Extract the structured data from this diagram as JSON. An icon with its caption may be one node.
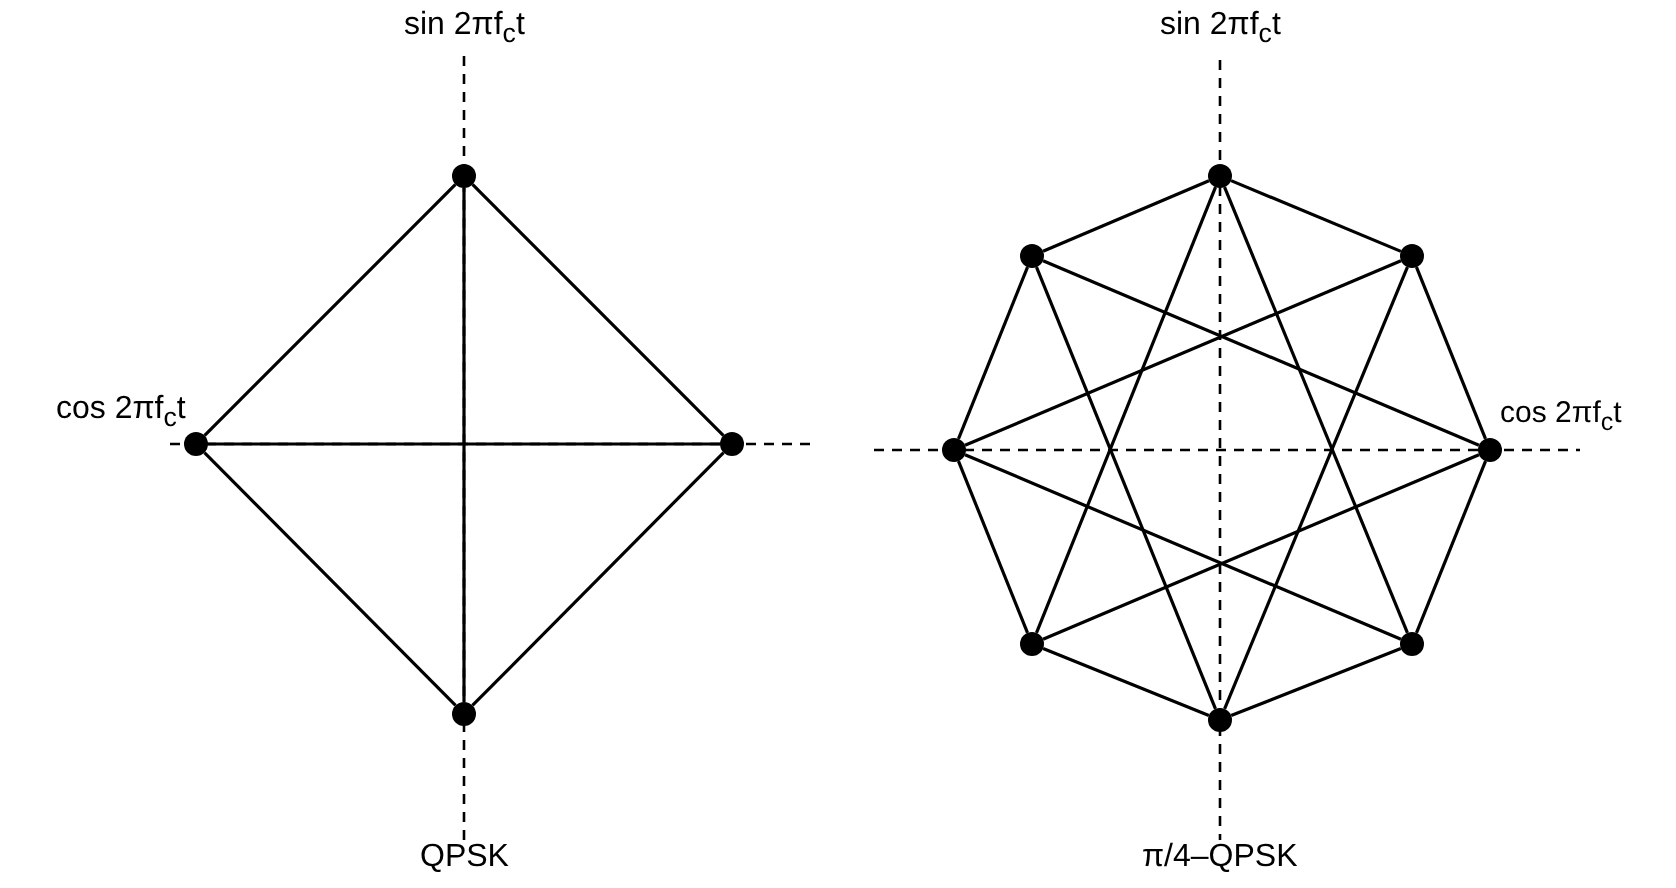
{
  "diagram": {
    "nodes": [
      {
        "text": [],
        "shape": "circle"
      },
      {
        "text": [],
        "shape": "circle"
      },
      {
        "text": [],
        "shape": "circle"
      },
      {
        "text": [],
        "shape": "circle"
      },
      {
        "text": [],
        "shape": "circle"
      },
      {
        "text": [],
        "shape": "circle"
      },
      {
        "text": [],
        "shape": "circle"
      },
      {
        "text": [],
        "shape": "circle"
      },
      {
        "text": [],
        "shape": "circle"
      },
      {
        "text": [],
        "shape": "circle"
      },
      {
        "text": [],
        "shape": "circle"
      },
      {
        "text": [],
        "shape": "circle"
      }
    ],
    "edges": [
      {
        "from": 0,
        "to": 1,
        "arrow": "none"
      },
      {
        "from": 0,
        "to": 2,
        "arrow": "none"
      },
      {
        "from": 1,
        "to": 3,
        "arrow": "none"
      },
      {
        "from": 2,
        "to": 3,
        "arrow": "none"
      },
      {
        "from": 0,
        "to": 3,
        "arrow": "none"
      },
      {
        "from": 1,
        "to": 2,
        "arrow": "none"
      },
      {
        "from": 4,
        "to": 6,
        "arrow": "none"
      },
      {
        "from": 6,
        "to": 8,
        "arrow": "none"
      },
      {
        "from": 8,
        "to": 10,
        "arrow": "none"
      },
      {
        "from": 10,
        "to": 11,
        "arrow": "none"
      },
      {
        "from": 11,
        "to": 9,
        "arrow": "none"
      },
      {
        "from": 9,
        "to": 7,
        "arrow": "none"
      },
      {
        "from": 7,
        "to": 5,
        "arrow": "none"
      },
      {
        "from": 5,
        "to": 4,
        "arrow": "none"
      },
      {
        "from": 4,
        "to": 10,
        "arrow": "none"
      },
      {
        "from": 6,
        "to": 11,
        "arrow": "none"
      },
      {
        "from": 8,
        "to": 9,
        "arrow": "none"
      },
      {
        "from": 10,
        "to": 7,
        "arrow": "none"
      },
      {
        "from": 11,
        "to": 5,
        "arrow": "none"
      },
      {
        "from": 9,
        "to": 4,
        "arrow": "none"
      },
      {
        "from": 7,
        "to": 6,
        "arrow": "none"
      },
      {
        "from": 5,
        "to": 8,
        "arrow": "none"
      }
    ],
    "labels": [
      "sin 2πf$_{c}$t",
      "sin 2πf$_{c}$t",
      "cos 2πf$_{c}$t",
      "cos 2πf$_{c}$t",
      "QPSK",
      "π/4–QPSK"
    ]
  }
}
